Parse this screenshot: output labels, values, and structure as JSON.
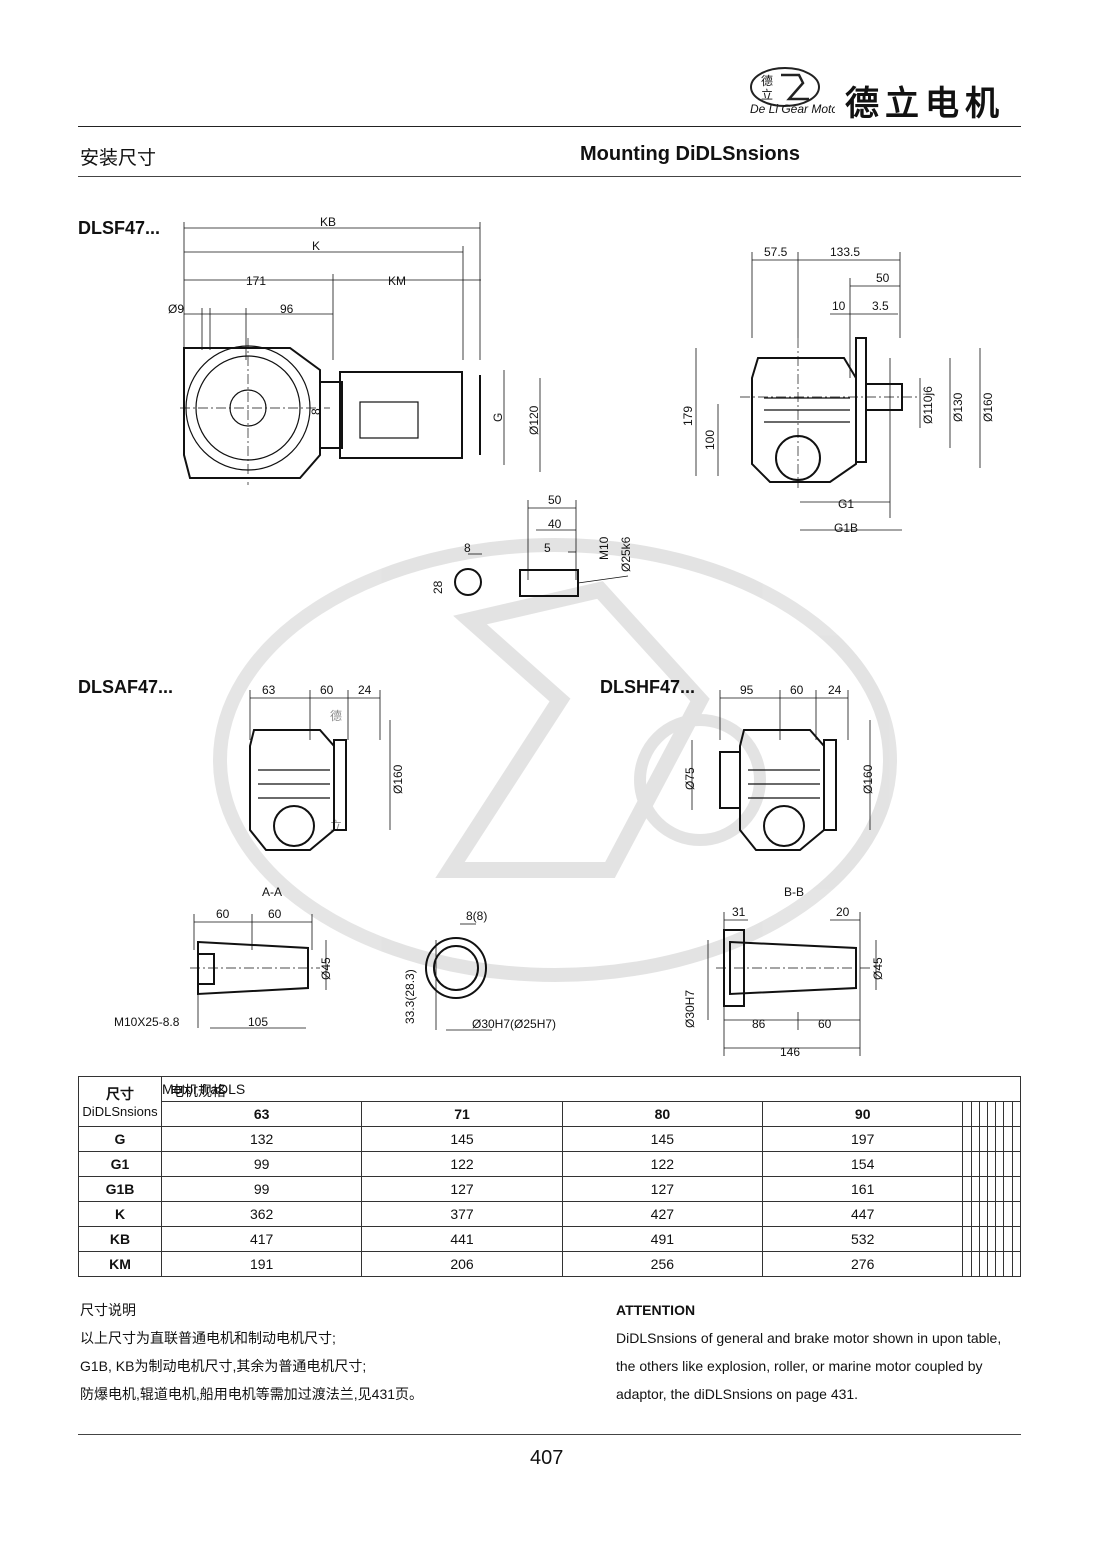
{
  "header": {
    "brand_cn": "德立电机",
    "logo_text": "De Li Gear Motor",
    "logo_mark": "德立 DL"
  },
  "section": {
    "title_cn": "安装尺寸",
    "title_en": "Mounting DiDLSnsions"
  },
  "drawings": {
    "dlsf": {
      "label": "DLSF47...",
      "dims": {
        "kb": "KB",
        "k": "K",
        "d171": "171",
        "km": "KM",
        "phi9": "Ø9",
        "d96": "96",
        "d8": "8",
        "g": "G",
        "phi120": "Ø120"
      }
    },
    "side": {
      "dims": {
        "d575": "57.5",
        "d1335": "133.5",
        "d50": "50",
        "d10": "10",
        "d35": "3.5",
        "d179": "179",
        "d100": "100",
        "phi110": "Ø110j6",
        "phi130": "Ø130",
        "phi160": "Ø160",
        "g1": "G1",
        "g1b": "G1B"
      }
    },
    "shaft": {
      "dims": {
        "d8": "8",
        "d28": "28",
        "d50": "50",
        "d40": "40",
        "d5": "5",
        "m10": "M10",
        "phi25": "Ø25k6"
      }
    },
    "dlsaf": {
      "label": "DLSAF47...",
      "dims": {
        "d63": "63",
        "d60": "60",
        "d24": "24",
        "phi160": "Ø160"
      }
    },
    "dlshf": {
      "label": "DLSHF47...",
      "dims": {
        "d95": "95",
        "d60": "60",
        "d24": "24",
        "phi75": "Ø75",
        "phi160": "Ø160"
      }
    },
    "section_aa": {
      "label": "A-A",
      "dims": {
        "d60a": "60",
        "d60b": "60",
        "phi45": "Ø45",
        "m10": "M10X25-8.8",
        "d105": "105"
      }
    },
    "hollow": {
      "dims": {
        "d8": "8(8)",
        "d333": "33.3(28.3)",
        "phi30": "Ø30H7(Ø25H7)"
      }
    },
    "section_bb": {
      "label": "B-B",
      "dims": {
        "d31": "31",
        "d20": "20",
        "phi45": "Ø45",
        "phi30": "Ø30H7",
        "d86": "86",
        "d60": "60",
        "d146": "146"
      }
    }
  },
  "table": {
    "corner_cn": "尺寸",
    "corner_en": "DiDLSnsions",
    "frame_cn": "电机规格",
    "frame_en": "Motor fraDLS",
    "columns": [
      "63",
      "71",
      "80",
      "90",
      "",
      "",
      "",
      "",
      "",
      "",
      ""
    ],
    "rows": [
      {
        "label": "G",
        "values": [
          "132",
          "145",
          "145",
          "197",
          "",
          "",
          "",
          "",
          "",
          "",
          ""
        ]
      },
      {
        "label": "G1",
        "values": [
          "99",
          "122",
          "122",
          "154",
          "",
          "",
          "",
          "",
          "",
          "",
          ""
        ]
      },
      {
        "label": "G1B",
        "values": [
          "99",
          "127",
          "127",
          "161",
          "",
          "",
          "",
          "",
          "",
          "",
          ""
        ]
      },
      {
        "label": "K",
        "values": [
          "362",
          "377",
          "427",
          "447",
          "",
          "",
          "",
          "",
          "",
          "",
          ""
        ]
      },
      {
        "label": "KB",
        "values": [
          "417",
          "441",
          "491",
          "532",
          "",
          "",
          "",
          "",
          "",
          "",
          ""
        ]
      },
      {
        "label": "KM",
        "values": [
          "191",
          "206",
          "256",
          "276",
          "",
          "",
          "",
          "",
          "",
          "",
          ""
        ]
      }
    ]
  },
  "notes_cn": {
    "title": "尺寸说明",
    "lines": [
      "以上尺寸为直联普通电机和制动电机尺寸;",
      "G1B, KB为制动电机尺寸,其余为普通电机尺寸;",
      "防爆电机,辊道电机,船用电机等需加过渡法兰,见431页。"
    ]
  },
  "notes_en": {
    "title": "ATTENTION",
    "lines": [
      "DiDLSnsions of general and brake motor shown in upon table,",
      "the others like explosion, roller, or marine motor coupled by",
      "adaptor, the diDLSnsions on page 431."
    ]
  },
  "footer": {
    "page_number": "407"
  }
}
